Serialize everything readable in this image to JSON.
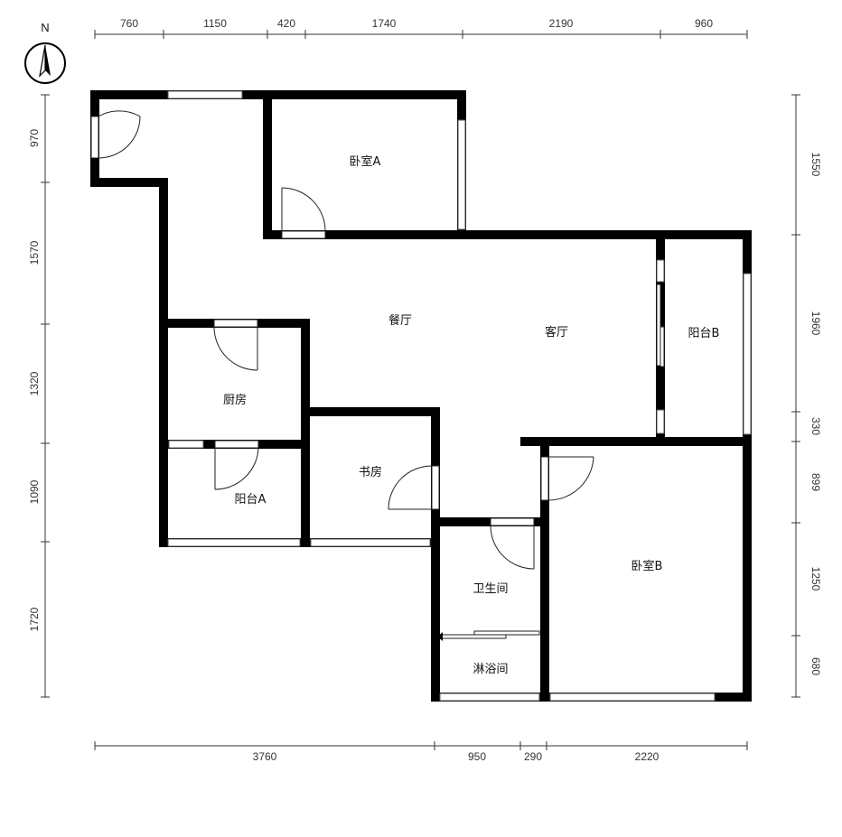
{
  "compass": {
    "label": "N"
  },
  "dimensions": {
    "top": [
      "760",
      "1150",
      "420",
      "1740",
      "2190",
      "960"
    ],
    "bottom": [
      "3760",
      "950",
      "290",
      "2220"
    ],
    "left": [
      "970",
      "1570",
      "1320",
      "1090",
      "1720"
    ],
    "right": [
      "1550",
      "1960",
      "330",
      "899",
      "1250",
      "680"
    ]
  },
  "rooms": {
    "bedroom_a": "卧室A",
    "dining": "餐厅",
    "living": "客厅",
    "balcony_b": "阳台B",
    "kitchen": "厨房",
    "study": "书房",
    "balcony_a": "阳台A",
    "bathroom": "卫生间",
    "bedroom_b": "卧室B",
    "shower": "淋浴间"
  }
}
